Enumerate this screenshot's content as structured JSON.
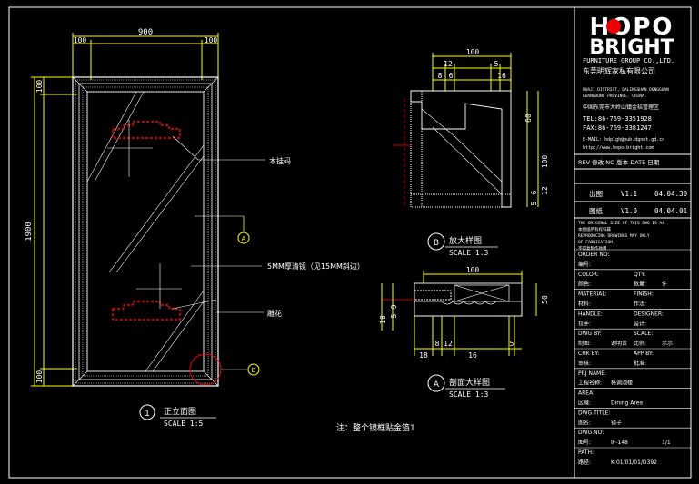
{
  "brand": {
    "logo_text": "HOPO",
    "logo_sub": "BRIGHT",
    "group": "FURNITURE GROUP CO.,LTD.",
    "cn_name": "东莞明辉家私有限公司",
    "addr1": "HUAJI DISTRICT, DALINGSHAN DONGGUAN",
    "addr2": "GUANGDONG PROVINCE, CHINA.",
    "addr_cn": "中国东莞市大岭山镇金桔管理区",
    "tel": "TEL:86-769-3351928",
    "fax": "FAX:86-769-3381247",
    "email": "E-MAIL: hdplgh@pub.dgnet.gd.cn",
    "web": "http://www.hopo-bright.com"
  },
  "revision": {
    "header": "REV 修改  NO 版本  DATE 日期",
    "rows": [
      {
        "label": "出图",
        "no": "V1.1",
        "date": "04.04.30"
      },
      {
        "label": "图纸",
        "no": "V1.0",
        "date": "04.04.01"
      }
    ],
    "notes": [
      "THE ORIGINAL SIZE OF THIS DWG IS A4",
      "本图纸所有权归属",
      "REPRODUCING DRAWINGS MAY ONLY",
      "OF FABRICATION",
      "不得复制作他用"
    ]
  },
  "specs": [
    {
      "k1": "ORDER NO:",
      "v1": "",
      "k2": "",
      "v2": ""
    },
    {
      "k1": "编号:",
      "v1": "",
      "k2": "",
      "v2": ""
    },
    {
      "k1": "COLOR:",
      "v1": "",
      "k2": "QTY:",
      "v2": ""
    },
    {
      "k1": "颜色:",
      "v1": "",
      "k2": "数量:",
      "v2": "件"
    },
    {
      "k1": "MATERIAL:",
      "v1": "",
      "k2": "FINISH:",
      "v2": ""
    },
    {
      "k1": "材料:",
      "v1": "",
      "k2": "作法:",
      "v2": ""
    },
    {
      "k1": "HANDLE:",
      "v1": "",
      "k2": "DESIGNER:",
      "v2": ""
    },
    {
      "k1": "拉手:",
      "v1": "",
      "k2": "设计:",
      "v2": ""
    },
    {
      "k1": "DWG BY:",
      "v1": "",
      "k2": "SCALE:",
      "v2": ""
    },
    {
      "k1": "制图:",
      "v1": "谢明贵",
      "k2": "比例:",
      "v2": "示示"
    },
    {
      "k1": "CHK BY:",
      "v1": "",
      "k2": "APP BY:",
      "v2": ""
    },
    {
      "k1": "审核:",
      "v1": "",
      "k2": "批准:",
      "v2": ""
    },
    {
      "k1": "PRJ NAME:",
      "v1": "",
      "k2": "",
      "v2": ""
    },
    {
      "k1": "工程名称:",
      "v1": "格调酒楼",
      "k2": "",
      "v2": ""
    },
    {
      "k1": "AREA:",
      "v1": "",
      "k2": "",
      "v2": ""
    },
    {
      "k1": "区域:",
      "v1": "Dining Area",
      "k2": "",
      "v2": ""
    },
    {
      "k1": "DWG.TITLE:",
      "v1": "",
      "k2": "",
      "v2": ""
    },
    {
      "k1": "图名:",
      "v1": "镜子",
      "k2": "",
      "v2": ""
    },
    {
      "k1": "DWG.NO:",
      "v1": "",
      "k2": "",
      "v2": ""
    },
    {
      "k1": "图号:",
      "v1": "IF-148",
      "k2": "",
      "v2": "1/1"
    },
    {
      "k1": "PATH:",
      "v1": "",
      "k2": "",
      "v2": ""
    },
    {
      "k1": "路径:",
      "v1": "K:01/01/01/D392",
      "k2": "",
      "v2": ""
    }
  ],
  "elevation": {
    "dim_top_total": "900",
    "dim_top_left": "100",
    "dim_top_right": "100",
    "dim_left_total": "1900",
    "dim_left_top": "100",
    "dim_left_bottom": "100",
    "label_frame": "木挂码",
    "label_glass": "5MM厚清镜（见15MM斜边）",
    "label_flower": "雕花",
    "tag_a": "A",
    "tag_b": "B",
    "title_num": "1",
    "title": "正立面图",
    "scale": "SCALE 1:5"
  },
  "detail_b": {
    "tag": "B",
    "title": "放大样图",
    "scale": "SCALE 1:3",
    "dim_top": "100",
    "dims_top_small": [
      "12",
      "5",
      "8",
      "6",
      "16"
    ],
    "dims_right": [
      "60",
      "100",
      "12",
      "6",
      "5"
    ]
  },
  "detail_a": {
    "tag": "A",
    "title": "剖面大样图",
    "scale": "SCALE 1:3",
    "dim_top": "100",
    "dims_right": [
      "50"
    ],
    "dims_left": [
      "18",
      "5",
      "9"
    ],
    "dims_bottom": [
      "18",
      "8",
      "12",
      "16",
      "5"
    ]
  },
  "note": "注：整个镜框贴金箔1"
}
